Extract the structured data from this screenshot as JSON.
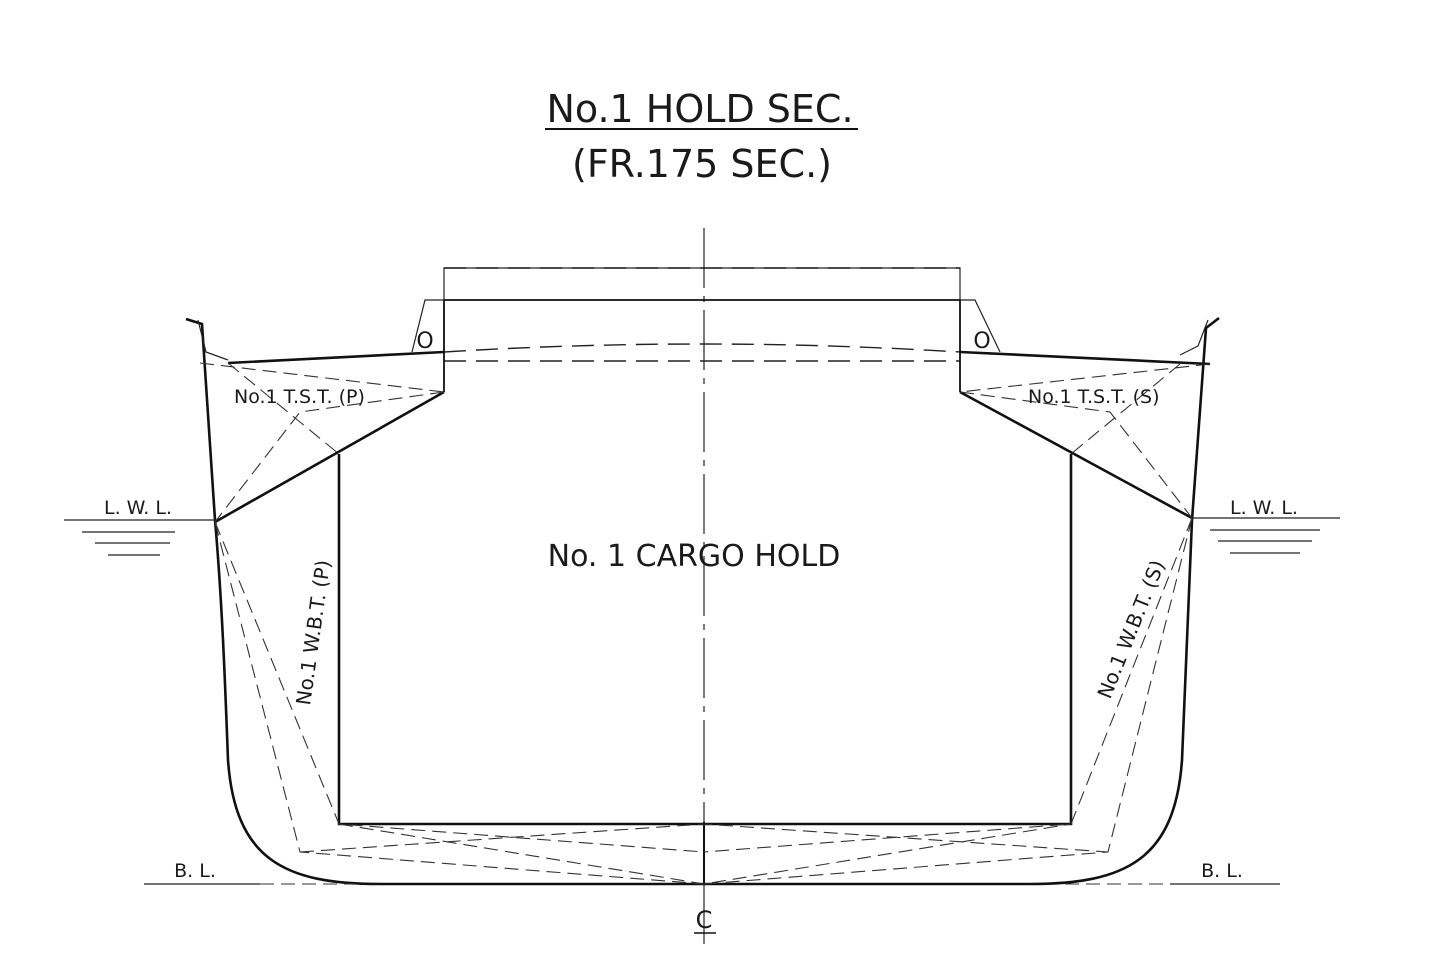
{
  "title": {
    "line1": "No.1 HOLD SEC.",
    "line2": "(FR.175 SEC.)"
  },
  "labels": {
    "cargo_hold": "No. 1  CARGO  HOLD",
    "tst_port": "No.1 T.S.T. (P)",
    "tst_starboard": "No.1 T.S.T. (S)",
    "wbt_port": "No.1 W.B.T. (P)",
    "wbt_starboard": "No.1 W.B.T. (S)",
    "lwl_left": "L. W. L.",
    "lwl_right": "L. W. L.",
    "bl_left": "B. L.",
    "bl_right": "B. L.",
    "centerline": "C",
    "coaming_mark_left": "O",
    "coaming_mark_right": "O"
  }
}
